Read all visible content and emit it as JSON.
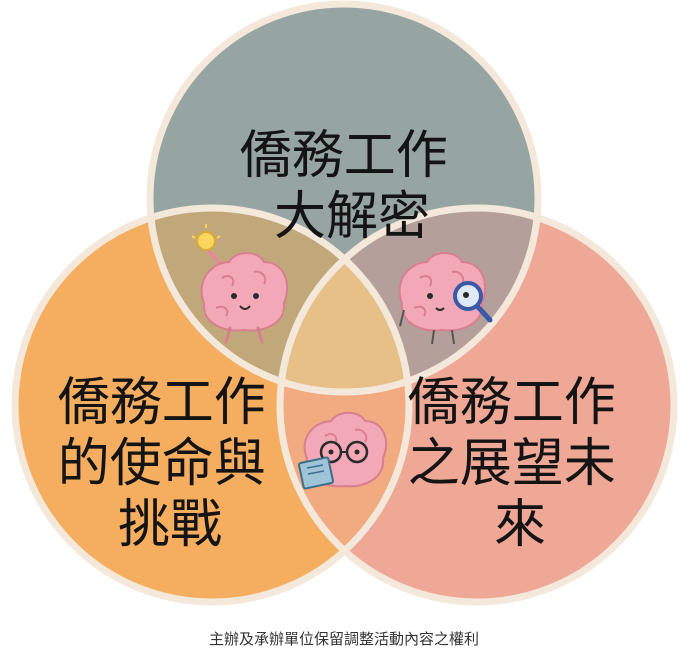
{
  "circles": {
    "top": {
      "lines": [
        "僑務工作",
        "大解密"
      ],
      "color": "#96a5a2"
    },
    "left": {
      "lines": [
        "僑務工作",
        "的使命與",
        "挑戰"
      ],
      "color": "#f5ae5f"
    },
    "right": {
      "lines": [
        "僑務工作",
        "之展望未",
        "來"
      ],
      "color": "#efa796"
    }
  },
  "overlap_colors": {
    "top_left": "#c1a87b",
    "top_right": "#b49f9a",
    "left_right": "#f2ab80",
    "center": "#e7c088"
  },
  "outline_color": "#f3e8da",
  "brain_color": "#f2a8b6",
  "mascots": [
    {
      "name": "brain-mascot-idea-icon"
    },
    {
      "name": "brain-mascot-magnifier-icon"
    },
    {
      "name": "brain-mascot-reading-icon"
    }
  ],
  "footer_note": "主辦及承辦單位保留調整活動內容之權利"
}
